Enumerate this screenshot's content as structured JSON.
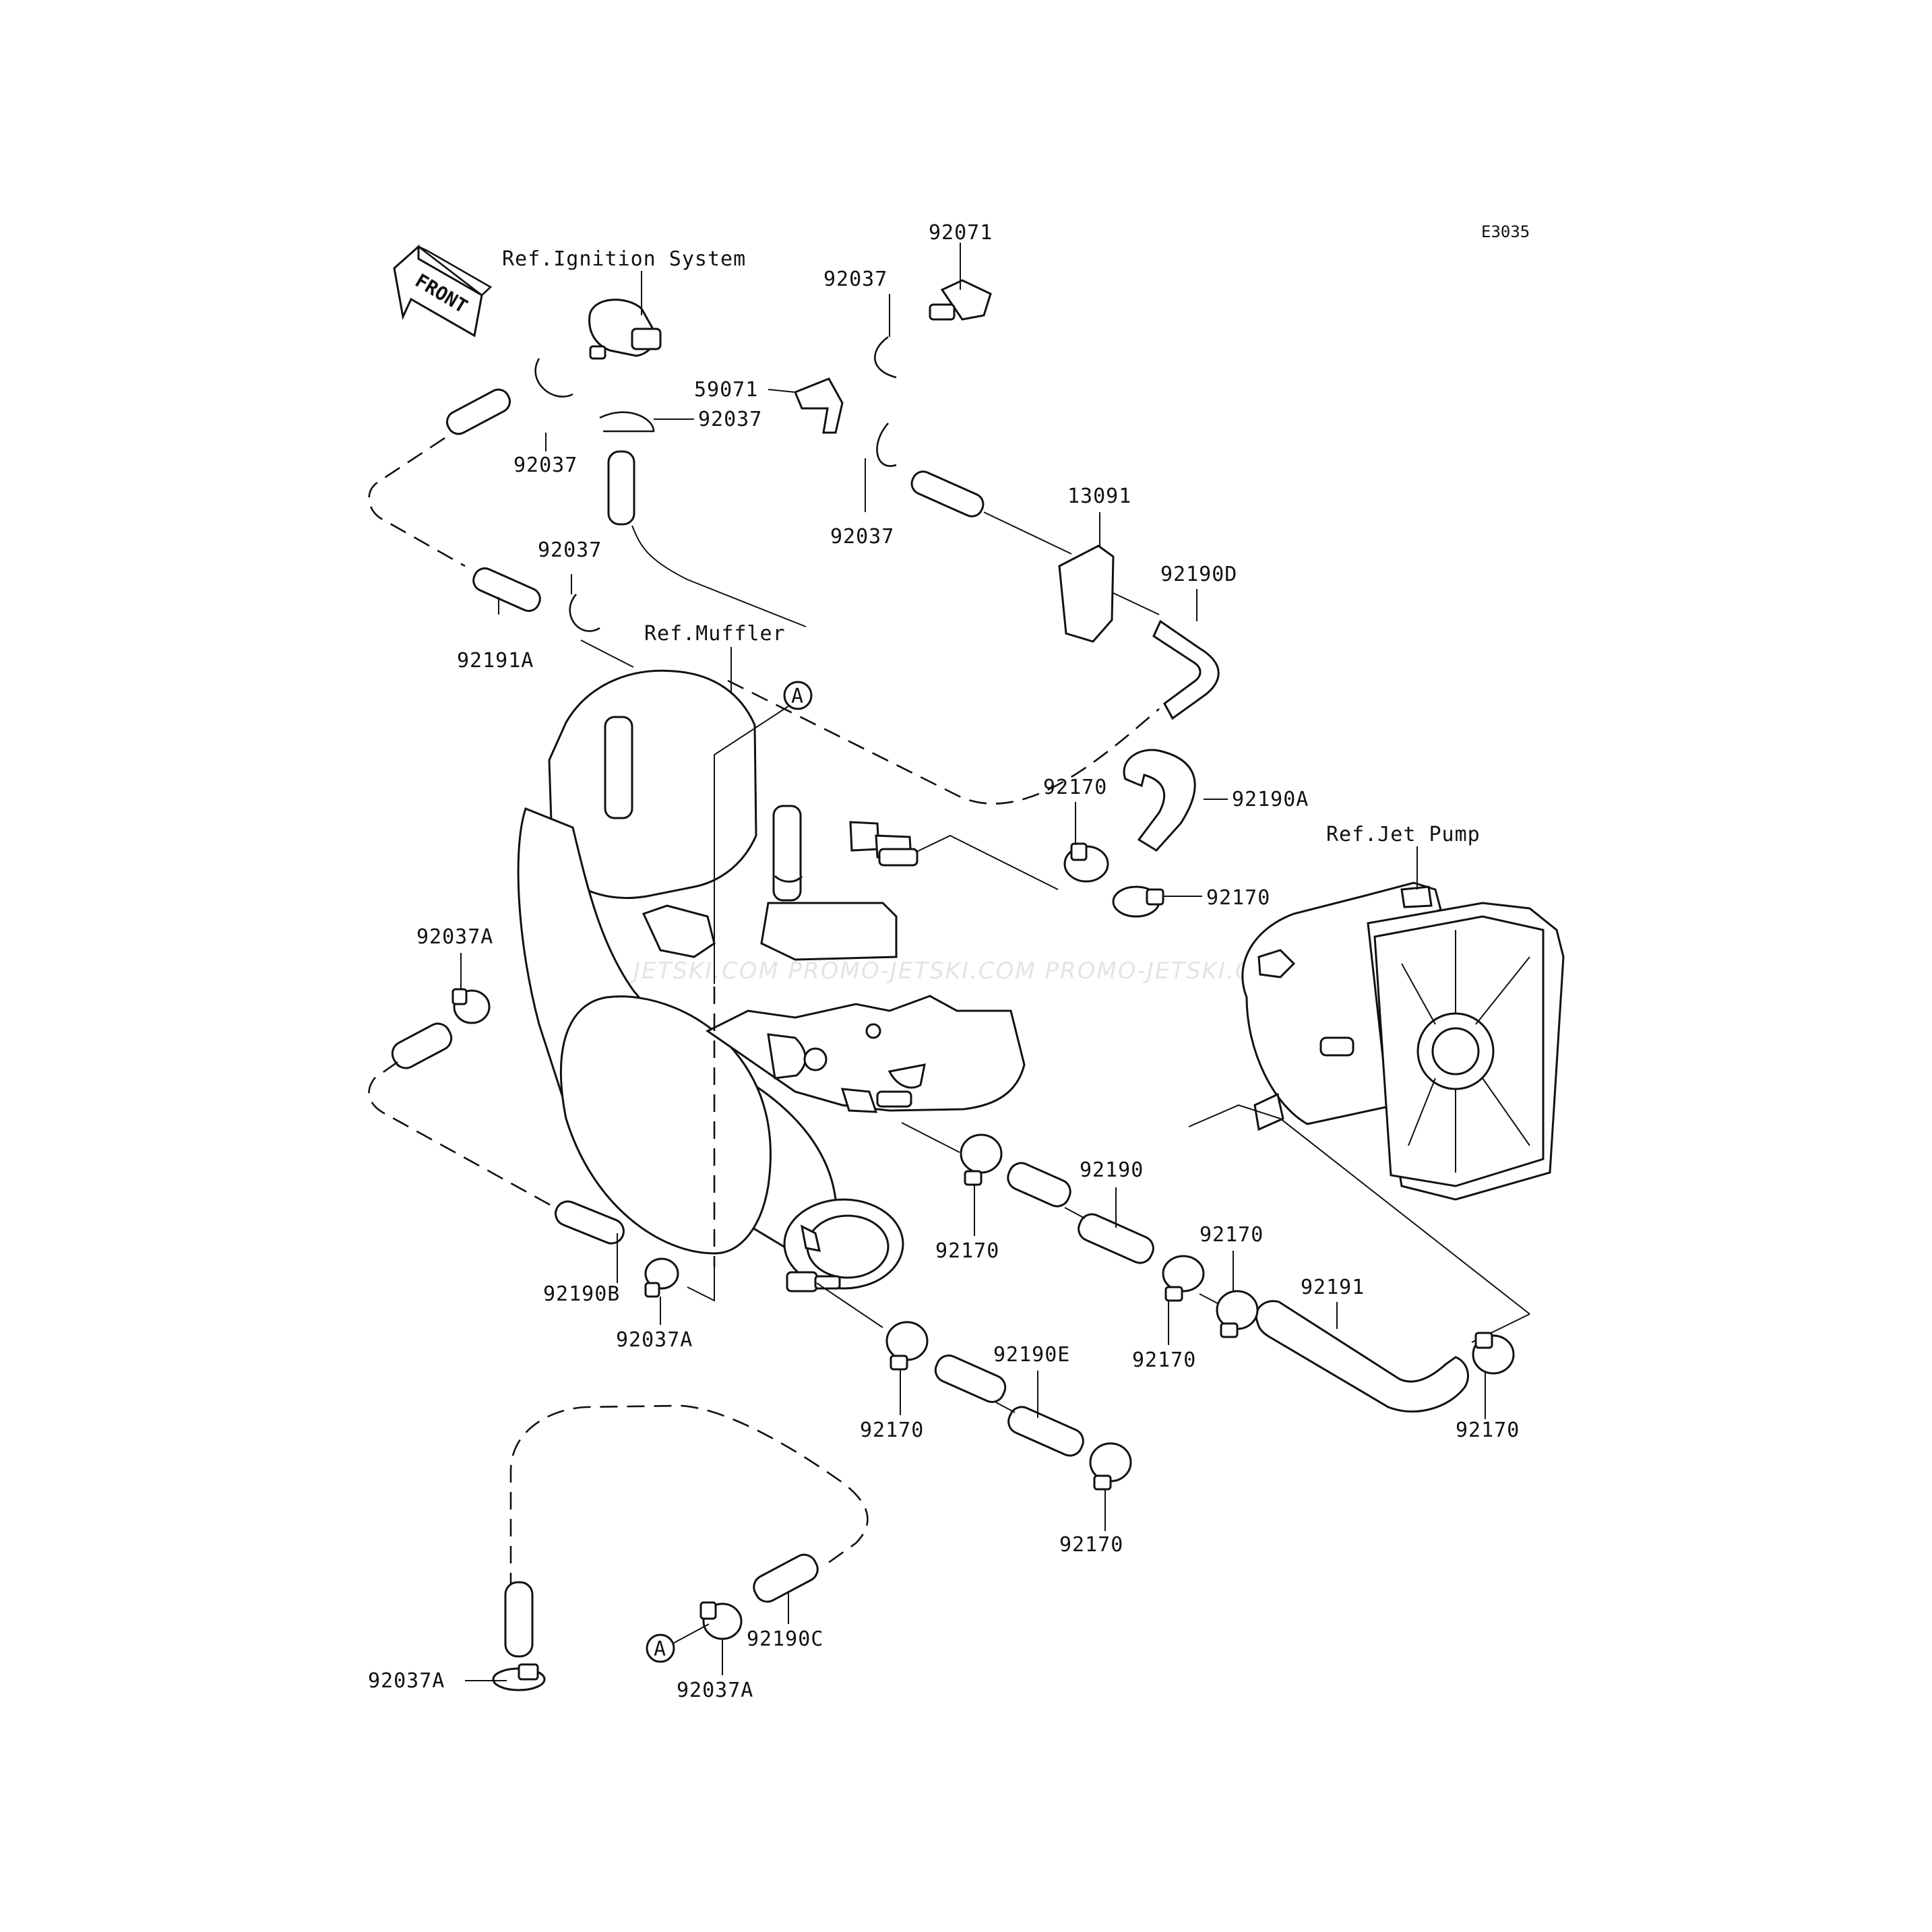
{
  "diagram": {
    "code": "E3035",
    "front_label": "FRONT",
    "references": {
      "ignition": "Ref.Ignition System",
      "muffler": "Ref.Muffler",
      "jet_pump": "Ref.Jet Pump"
    },
    "callout": "A",
    "watermark": "JETSKI.COM  PROMO-JETSKI.COM  PROMO-JETSKI.COM",
    "part_labels": [
      "92071",
      "92037",
      "59071",
      "92037",
      "92037",
      "92037",
      "92037",
      "92037",
      "13091",
      "92191A",
      "92190D",
      "92170",
      "92190A",
      "92170",
      "92037A",
      "92190",
      "92170",
      "92170",
      "92170",
      "92191",
      "92190B",
      "92037A",
      "92190E",
      "92170",
      "92170",
      "92170",
      "92190C",
      "92037A",
      "92037A"
    ]
  }
}
